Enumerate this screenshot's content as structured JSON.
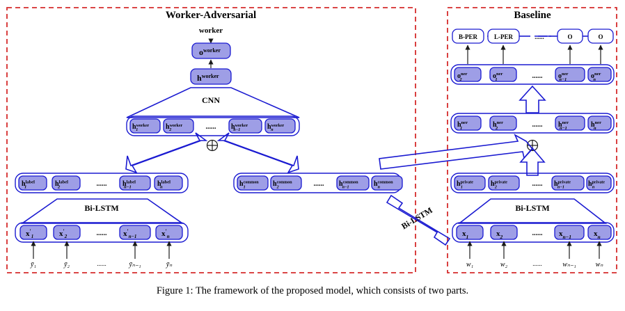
{
  "figure": {
    "caption": "Figure 1: The framework of the proposed model, which consists of two parts.",
    "colors": {
      "panel_border": "#d52b2b",
      "node_fill": "#9e9ee6",
      "node_border": "#1a1ad1",
      "arrow_blue": "#1a1ad1",
      "arrow_black": "#1a1a1a",
      "white_fill": "#ffffff"
    }
  },
  "panels": {
    "left": {
      "title": "Worker-Adversarial"
    },
    "right": {
      "title": "Baseline"
    }
  },
  "left_panel": {
    "top_output_label": "worker",
    "o_node": "o",
    "o_node_sup": "worker",
    "h_node": "h",
    "h_node_sup": "worker",
    "cnn_label": "CNN",
    "bilstm_label": "Bi-LSTM",
    "plus_symbol": "⊕",
    "worker_row": {
      "base": "h",
      "sup": "worker",
      "subs": [
        "1",
        "2",
        "",
        "n−1",
        "n"
      ],
      "ellipsis": "......"
    },
    "label_row": {
      "base": "h",
      "sup": "label",
      "subs": [
        "1",
        "2",
        "",
        "n−1",
        "n"
      ],
      "ellipsis": "......"
    },
    "input_row": {
      "base": "x′",
      "subs": [
        "1",
        "2",
        "",
        "n−1",
        "n"
      ],
      "ellipsis": "......"
    },
    "tokens": {
      "base": "ȳ",
      "items": [
        "ȳ₁",
        "ȳ₂",
        "",
        "ȳₙ₋₁",
        "ȳₙ"
      ],
      "ellipsis": "......"
    }
  },
  "middle": {
    "common_row": {
      "base": "h",
      "sup": "common",
      "subs": [
        "1",
        "2",
        "",
        "n−1",
        "n"
      ],
      "ellipsis": "......"
    },
    "shared_bilstm_label": "Bi-LSTM"
  },
  "right_panel": {
    "tags": [
      "B-PER",
      "L-PER",
      "O",
      "O"
    ],
    "tags_ellipsis": "......",
    "o_ner_row": {
      "base": "o",
      "sup": "ner",
      "subs": [
        "2",
        "1",
        "",
        "n−1",
        "n"
      ],
      "ellipsis": "......"
    },
    "h_ner_row": {
      "base": "h",
      "sup": "ner",
      "subs": [
        "1",
        "2",
        "",
        "n−1",
        "n"
      ],
      "ellipsis": "......"
    },
    "h_private_row": {
      "base": "h",
      "sup": "private",
      "subs": [
        "1",
        "2",
        "",
        "n−1",
        "n"
      ],
      "ellipsis": "......"
    },
    "x_row": {
      "base": "x",
      "subs": [
        "1",
        "2",
        "",
        "n−1",
        "n"
      ],
      "ellipsis": "......"
    },
    "words": {
      "items": [
        "w₁",
        "w₂",
        "",
        "wₙ₋₁",
        "wₙ"
      ],
      "ellipsis": "......"
    },
    "bilstm_label": "Bi-LSTM",
    "plus_symbol": "⊕"
  }
}
